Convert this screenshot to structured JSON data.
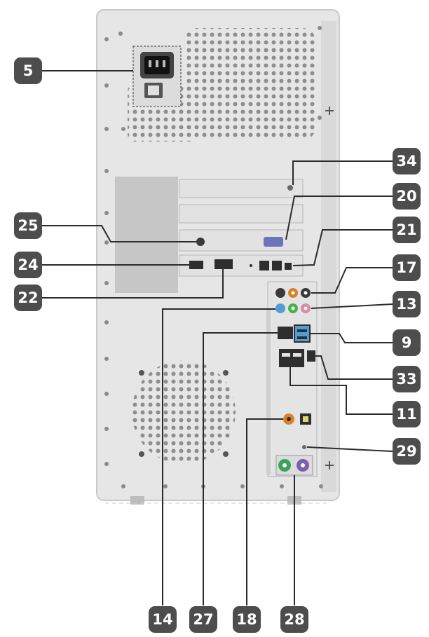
{
  "diagram": {
    "colors": {
      "case": "#e6e6e6",
      "case_edge": "#c9c9c9",
      "panel": "#dcdcdc",
      "grille": "#8e8e8e",
      "badge": "#4d4d4d",
      "leader": "#2b2b2b",
      "port_dark": "#2e2e2e",
      "vga_blue": "#6d74b8",
      "audio_orange": "#d9822b",
      "audio_green": "#4caf50",
      "audio_pink": "#d98aa8",
      "audio_blue": "#4f9fd6",
      "ps2_green": "#3aa35a",
      "ps2_purple": "#7b5fb0"
    },
    "callouts": [
      {
        "id": "5",
        "label": "5",
        "target": "power-inlet-and-switch"
      },
      {
        "id": "34",
        "label": "34",
        "target": "expansion-slot-hole"
      },
      {
        "id": "20",
        "label": "20",
        "target": "vga-port"
      },
      {
        "id": "25",
        "label": "25",
        "target": "card-small-port"
      },
      {
        "id": "21",
        "label": "21",
        "target": "card-ports"
      },
      {
        "id": "24",
        "label": "24",
        "target": "card-port-left"
      },
      {
        "id": "22",
        "label": "22",
        "target": "card-port-right"
      },
      {
        "id": "17",
        "label": "17",
        "target": "audio-row-top"
      },
      {
        "id": "13",
        "label": "13",
        "target": "audio-row-bottom"
      },
      {
        "id": "9",
        "label": "9",
        "target": "usb-blue"
      },
      {
        "id": "33",
        "label": "33",
        "target": "small-black-port"
      },
      {
        "id": "11",
        "label": "11",
        "target": "usb-black"
      },
      {
        "id": "29",
        "label": "29",
        "target": "io-panel-dot"
      },
      {
        "id": "14",
        "label": "14",
        "target": "audio-blue-jack"
      },
      {
        "id": "27",
        "label": "27",
        "target": "ethernet-port"
      },
      {
        "id": "18",
        "label": "18",
        "target": "coax-optical"
      },
      {
        "id": "28",
        "label": "28",
        "target": "ps2-ports"
      }
    ]
  }
}
